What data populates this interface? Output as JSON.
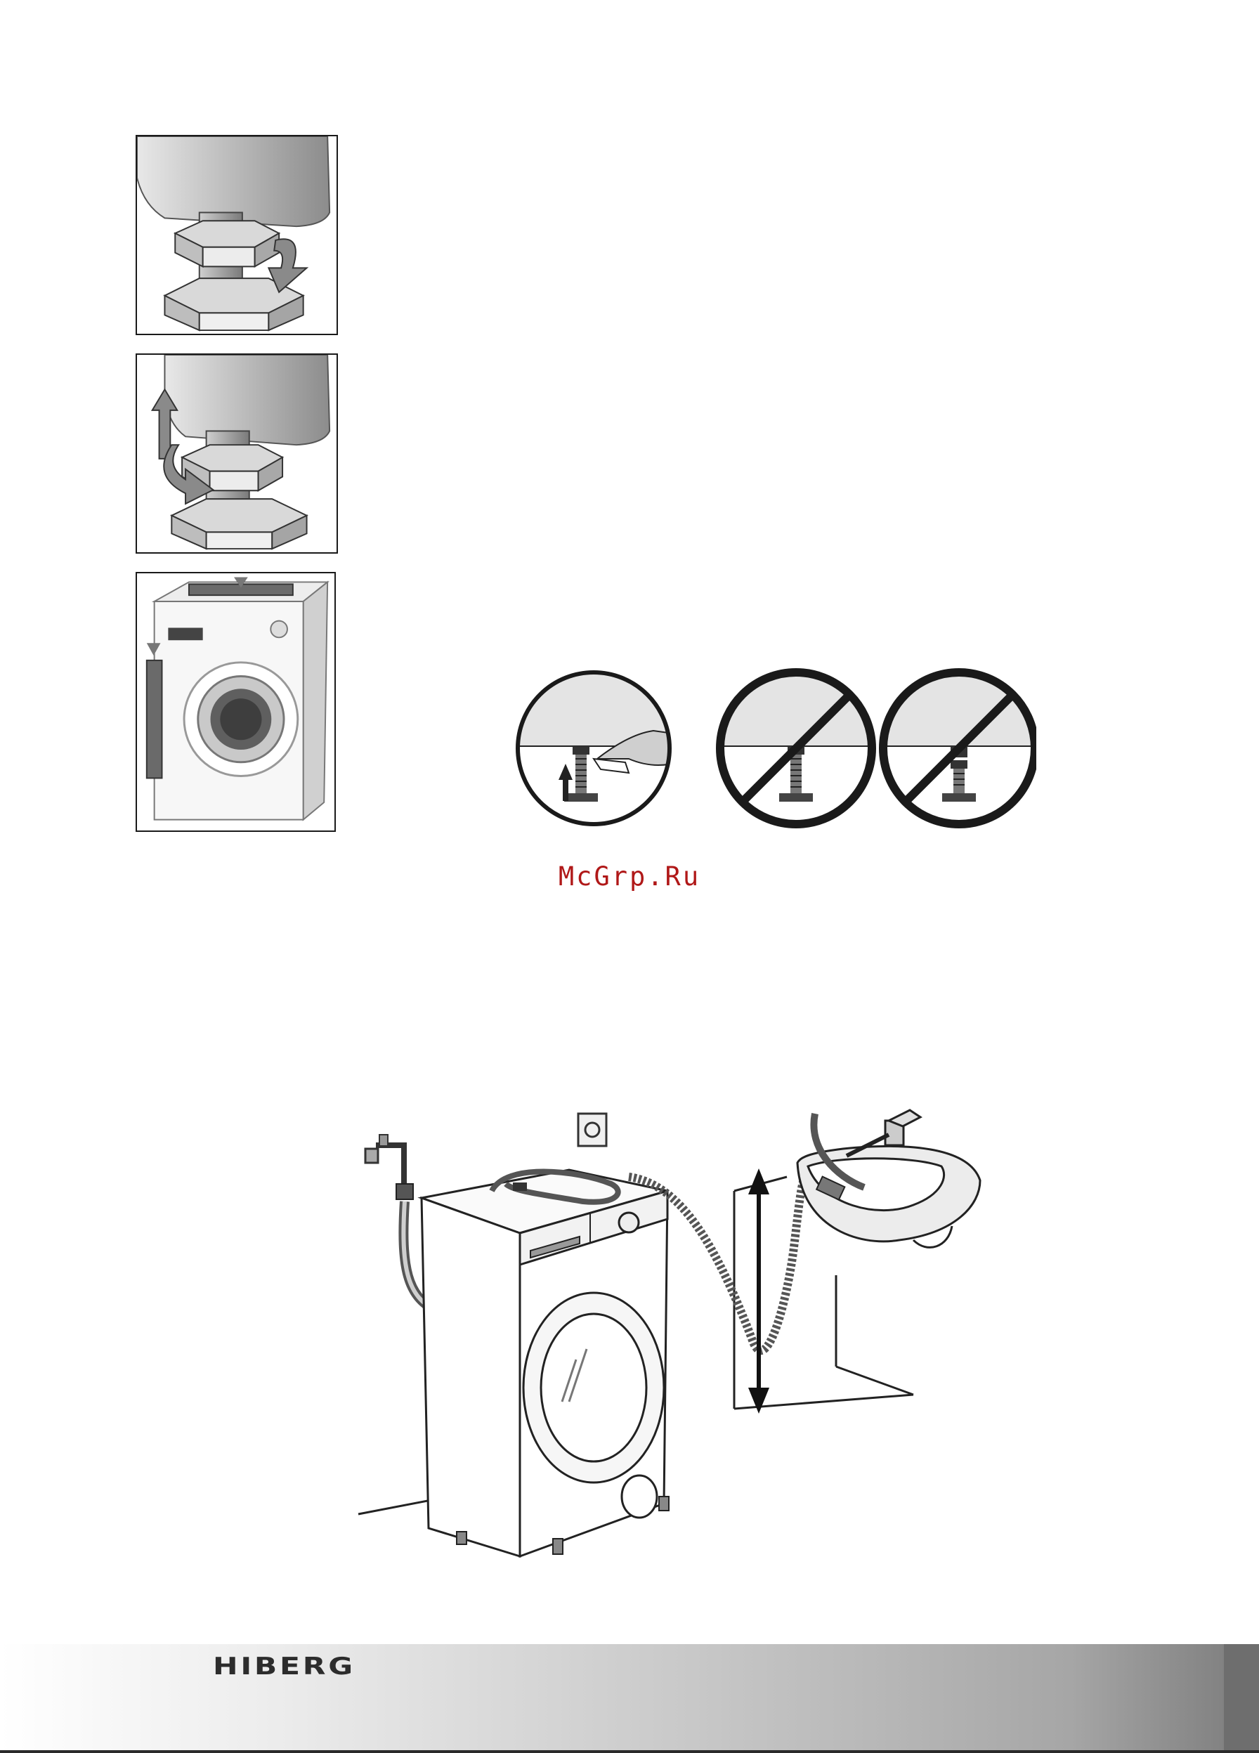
{
  "watermark": "McGrp.Ru",
  "footer": {
    "brand": "HIBERG"
  },
  "figures": [
    {
      "id": "fig-1",
      "icon": "lock-nut-rotate-icon"
    },
    {
      "id": "fig-2",
      "icon": "adjust-foot-height-icon"
    },
    {
      "id": "fig-3",
      "icon": "washing-machine-level-icon"
    },
    {
      "id": "leveling",
      "icon": "correct-and-incorrect-foot-icons"
    },
    {
      "id": "scene",
      "icon": "installation-scene-icon"
    }
  ],
  "colors": {
    "watermark": "#b01818",
    "prohibit": "#1a1a1a"
  }
}
